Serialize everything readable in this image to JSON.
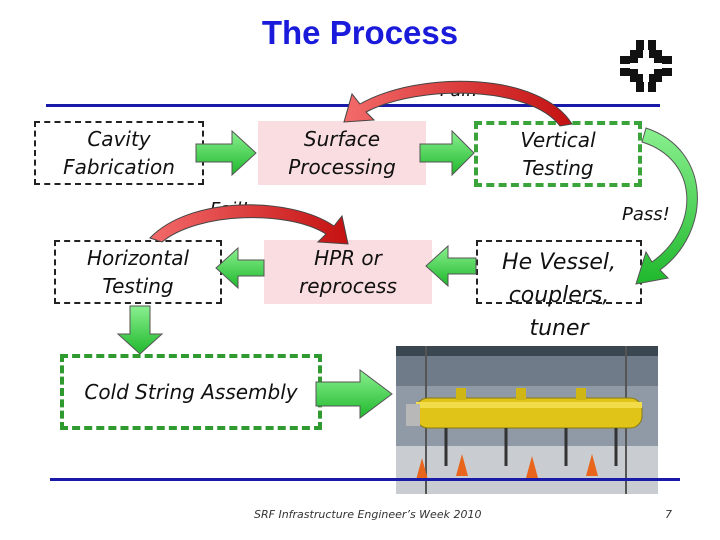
{
  "title": "The Process",
  "boxes": {
    "cavity_fabrication": "Cavity\nFabrication",
    "surface_processing": "Surface\nProcessing",
    "vertical_testing": "Vertical\nTesting",
    "horizontal_testing": "Horizontal\nTesting",
    "hpr_or_reprocess": "HPR or\nreprocess",
    "he_vessel": "He Vessel,\ncouplers,\ntuner",
    "cold_string_assembly": "Cold String Assembly"
  },
  "labels": {
    "fail_top": "Fail!",
    "fail_mid": "Fail!",
    "pass": "Pass!"
  },
  "footer": {
    "text": "SRF Infrastructure Engineer’s Week 2010",
    "page_number": "7"
  },
  "colors": {
    "title": "#1a1adb",
    "rule": "#1a1aa8",
    "green_arrow": "#2fd23a",
    "red_arrow": "#d81c1c",
    "pink_fill": "#f9dde0"
  },
  "icons": {
    "logo": "fermilab-logo",
    "photo": "cryomodule-photo"
  }
}
